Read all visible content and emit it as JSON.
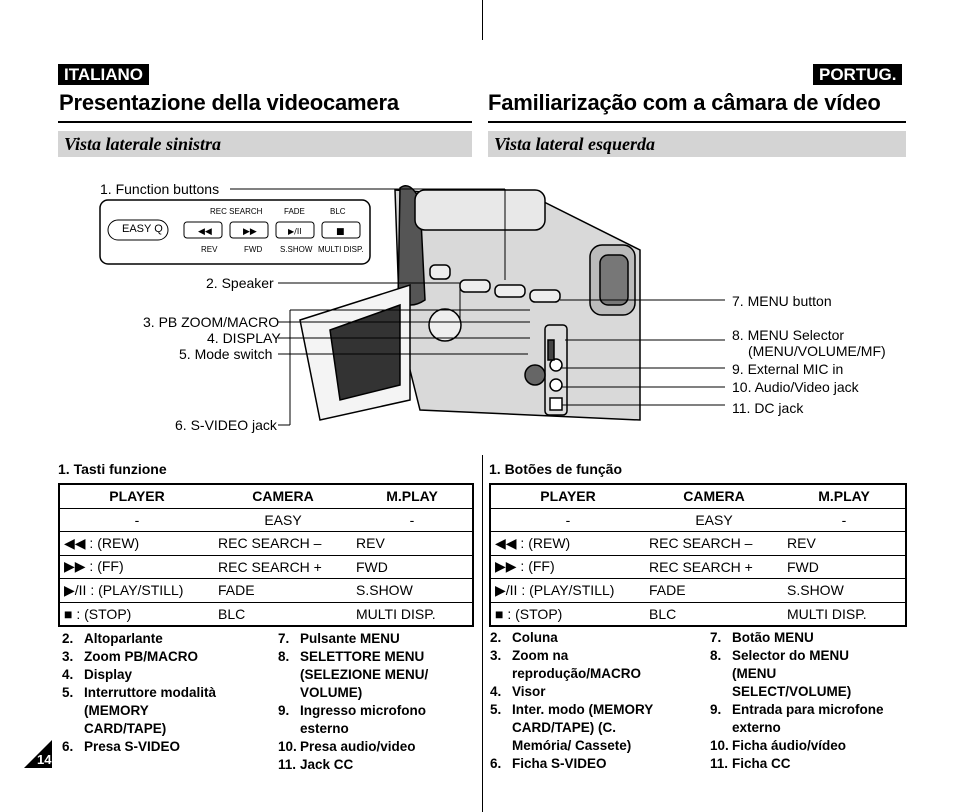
{
  "left": {
    "lang": "ITALIANO",
    "title": "Presentazione della videocamera",
    "subtitle": "Vista laterale sinistra",
    "table_heading": "1.  Tasti funzione",
    "table": {
      "headers": [
        "PLAYER",
        "CAMERA",
        "M.PLAY"
      ],
      "rows": [
        [
          "-",
          "EASY",
          "-"
        ],
        [
          "◀◀  : (REW)",
          "REC SEARCH –",
          "REV"
        ],
        [
          "▶▶  : (FF)",
          "REC SEARCH +",
          "FWD"
        ],
        [
          "▶/II : (PLAY/STILL)",
          "FADE",
          "S.SHOW"
        ],
        [
          "■  : (STOP)",
          "BLC",
          "MULTI DISP."
        ]
      ]
    },
    "list_a": [
      {
        "n": "2.",
        "t": "Altoparlante"
      },
      {
        "n": "3.",
        "t": "Zoom PB/MACRO"
      },
      {
        "n": "4.",
        "t": "Display"
      },
      {
        "n": "5.",
        "t": "Interruttore modalità (MEMORY CARD/TAPE)"
      },
      {
        "n": "6.",
        "t": "Presa S-VIDEO"
      }
    ],
    "list_b": [
      {
        "n": "7.",
        "t": "Pulsante MENU"
      },
      {
        "n": "8.",
        "t": "SELETTORE MENU (SELEZIONE MENU/ VOLUME)"
      },
      {
        "n": "9.",
        "t": "Ingresso microfono esterno"
      },
      {
        "n": "10.",
        "t": "Presa audio/video"
      },
      {
        "n": "11.",
        "t": "Jack CC"
      }
    ]
  },
  "right": {
    "lang": "PORTUG.",
    "title": "Familiarização com a câmara de vídeo",
    "subtitle": "Vista lateral esquerda",
    "table_heading": "1.  Botões de função",
    "table": {
      "headers": [
        "PLAYER",
        "CAMERA",
        "M.PLAY"
      ],
      "rows": [
        [
          "-",
          "EASY",
          "-"
        ],
        [
          "◀◀  : (REW)",
          "REC SEARCH –",
          "REV"
        ],
        [
          "▶▶  : (FF)",
          "REC SEARCH +",
          "FWD"
        ],
        [
          "▶/II : (PLAY/STILL)",
          "FADE",
          "S.SHOW"
        ],
        [
          "■  : (STOP)",
          "BLC",
          "MULTI DISP."
        ]
      ]
    },
    "list_a": [
      {
        "n": "2.",
        "t": "Coluna"
      },
      {
        "n": "3.",
        "t": "Zoom na reprodução/MACRO"
      },
      {
        "n": "4.",
        "t": "Visor"
      },
      {
        "n": "5.",
        "t": "Inter. modo (MEMORY CARD/TAPE) (C. Memória/ Cassete)"
      },
      {
        "n": "6.",
        "t": "Ficha S-VIDEO"
      }
    ],
    "list_b": [
      {
        "n": "7.",
        "t": "Botão MENU"
      },
      {
        "n": "8.",
        "t": "Selector do MENU (MENU SELECT/VOLUME)"
      },
      {
        "n": "9.",
        "t": "Entrada para microfone externo"
      },
      {
        "n": "10.",
        "t": "Ficha áudio/vídeo"
      },
      {
        "n": "11.",
        "t": "Ficha CC"
      }
    ]
  },
  "figure": {
    "callouts_left": [
      "1. Function buttons",
      "2. Speaker",
      "3. PB ZOOM/MACRO",
      "4. DISPLAY",
      "5. Mode switch",
      "6. S-VIDEO jack"
    ],
    "callouts_right": [
      "7. MENU button",
      "8. MENU Selector",
      "(MENU/VOLUME/MF)",
      "9. External MIC in",
      "10. Audio/Video jack",
      "11. DC jack"
    ],
    "panel": {
      "easy": "EASY Q",
      "top_labels": [
        "REC SEARCH",
        "FADE",
        "BLC"
      ],
      "bottom_labels": [
        "REV",
        "FWD",
        "S.SHOW",
        "MULTI DISP."
      ]
    }
  },
  "page_number": "14"
}
